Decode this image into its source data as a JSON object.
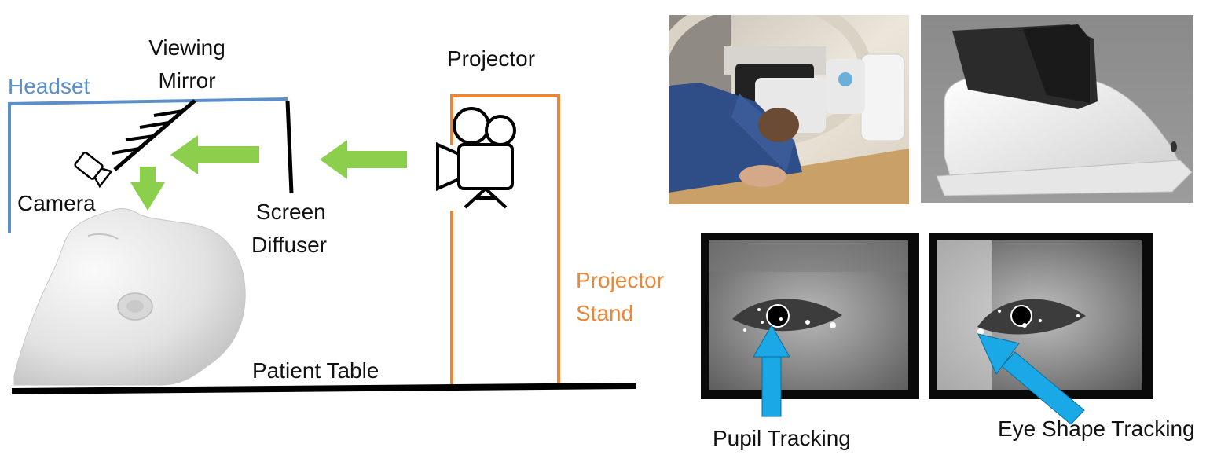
{
  "labels": {
    "headset": "Headset",
    "viewing_mirror_line1": "Viewing",
    "viewing_mirror_line2": "Mirror",
    "camera": "Camera",
    "screen_diffuser_line1": "Screen",
    "screen_diffuser_line2": "Diffuser",
    "projector": "Projector",
    "projector_stand_line1": "Projector",
    "projector_stand_line2": "Stand",
    "patient_table": "Patient Table",
    "pupil_tracking": "Pupil Tracking",
    "eye_shape_tracking": "Eye Shape Tracking"
  },
  "colors": {
    "headset": "#5b8fc9",
    "projector_stand": "#e8873a",
    "light_arrow": "#8ccf4d",
    "tracking_arrow": "#1aa8e6",
    "outline": "#000000"
  },
  "icons": [
    "camera-icon",
    "projector-camera-icon",
    "head-model-icon"
  ]
}
